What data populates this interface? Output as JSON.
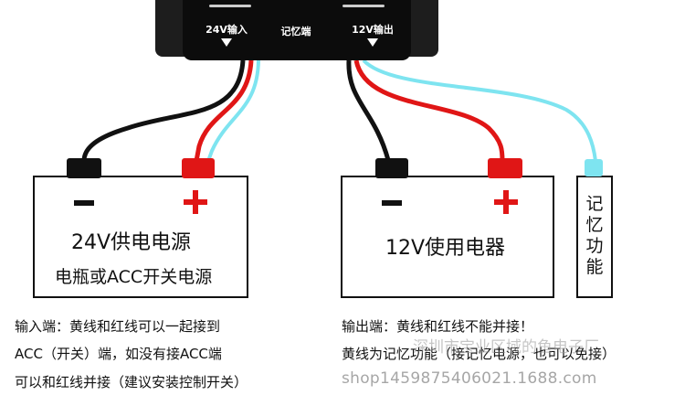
{
  "converter": {
    "input_label": "24V输入",
    "middle_label": "记忆端",
    "output_label": "12V输出"
  },
  "supply_battery": {
    "minus_symbol": "−",
    "plus_symbol": "+",
    "title": "24V供电电源",
    "subtitle": "电瓶或ACC开关电源"
  },
  "load_battery": {
    "minus_symbol": "−",
    "plus_symbol": "+",
    "title": "12V使用电器"
  },
  "memory_box": {
    "label_chars": [
      "记",
      "忆",
      "功",
      "能"
    ]
  },
  "notes": {
    "input_lines": [
      "输入端：黄线和红线可以一起接到",
      "ACC（开关）端，如没有接ACC端",
      "可以和红线并接（建议安装控制开关）"
    ],
    "output_lines": [
      "输出端：黄线和红线不能并接！",
      "黄线为记忆功能（接记忆电源，也可以免接）"
    ]
  },
  "watermark": {
    "line1": "深圳市宝业区域的鱼电子厂",
    "line2": "shop1459875406021.1688.com"
  },
  "colors": {
    "black_wire": "#111111",
    "red_wire": "#e01616",
    "cyan_wire": "#7ee4f0"
  }
}
